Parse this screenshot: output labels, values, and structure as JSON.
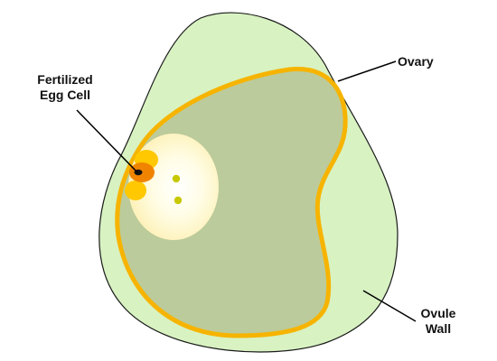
{
  "labels": {
    "fertilized_egg_cell": [
      "Fertilized",
      "Egg Cell"
    ],
    "ovary": "Ovary",
    "ovule_wall": [
      "Ovule",
      "Wall"
    ]
  },
  "colors": {
    "ovary_fill": "#d8f2c2",
    "ovary_stroke": "#1a1a1a",
    "ovule_fill": "#bccb9b",
    "ovule_wall_stroke": "#f6b400",
    "embryo_sac_fill": "#fff6c4",
    "embryo_sac_center": "#ffffff",
    "synergid_fill": "#ffc800",
    "egg_cell_fill": "#f08400",
    "egg_nucleus": "#111111",
    "polar_nuclei": "#c8c800",
    "leader_line": "#000000"
  }
}
